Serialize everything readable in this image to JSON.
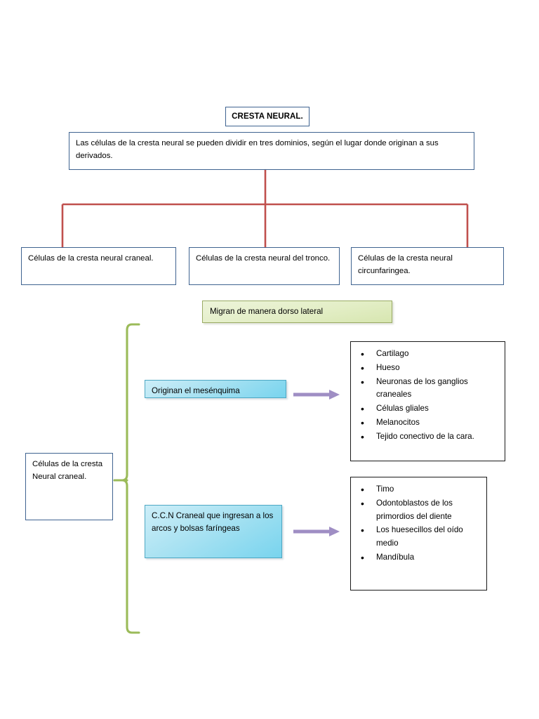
{
  "document": {
    "title": "CRESTA NEURAL.",
    "intro": "Las células de la cresta neural se pueden dividir en tres dominios, según el lugar donde originan a sus derivados."
  },
  "domains": {
    "cranial": "Células de la cresta neural craneal.",
    "trunk": "Células de la cresta neural del tronco.",
    "circumpharyngeal": "Células de la cresta neural circunfaringea."
  },
  "migration_note": "Migran de manera dorso lateral",
  "left_group": {
    "label": "Células de la cresta Neural craneal."
  },
  "branches": [
    {
      "label": "Originan el mesénquima",
      "derivatives": [
        "Cartilago",
        "Hueso",
        "Neuronas de los ganglios craneales",
        "Células gliales",
        "Melanocitos",
        "Tejido conectivo de la cara."
      ]
    },
    {
      "label": "C.C.N Craneal que ingresan a los arcos y bolsas faríngeas",
      "derivatives": [
        "Timo",
        "Odontoblastos de los primordios del diente",
        "Los huesecillos del oído medio",
        "Mandíbula"
      ]
    }
  ],
  "colors": {
    "blue_border": "#3f6390",
    "red_connector": "#c0504d",
    "green_bracket": "#9bbb59",
    "purple_arrow": "#9f8ec4",
    "cyan_fill": "#a9e2f2",
    "green_fill": "#e3eec6",
    "black_border": "#1a1a1a"
  },
  "icons": {
    "arrow_right": "arrow-right-icon",
    "bracket": "curly-bracket-icon",
    "bullet": "bullet-dot-icon"
  }
}
